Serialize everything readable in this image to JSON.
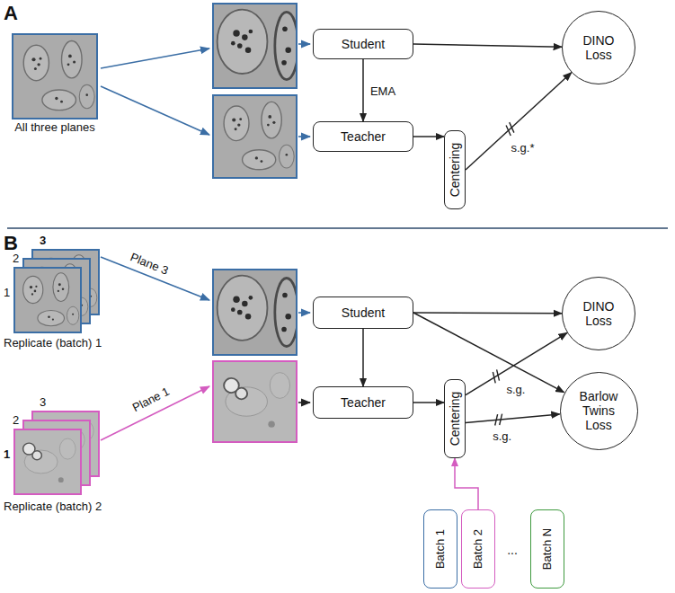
{
  "diagram": {
    "nodes": [
      {
        "text": [
          "Student"
        ]
      },
      {
        "text": [
          "Teacher"
        ]
      },
      {
        "text": [
          "Centering"
        ]
      },
      {
        "text": [
          "DINO Loss"
        ]
      },
      {
        "text": [
          "Student"
        ]
      },
      {
        "text": [
          "Teacher"
        ]
      },
      {
        "text": [
          "Centering"
        ]
      },
      {
        "text": [
          "DINO Loss"
        ]
      },
      {
        "text": [
          "Barlow Twins Loss"
        ]
      },
      {
        "text": [
          "Batch 1"
        ]
      },
      {
        "text": [
          "Batch 2"
        ]
      },
      {
        "text": [
          "Batch N"
        ]
      }
    ],
    "edges": [
      {
        "from": 0,
        "to": 3,
        "arrow": "to"
      },
      {
        "from": 0,
        "to": 1,
        "arrow": "to",
        "label": "EMA"
      },
      {
        "from": 1,
        "to": 2,
        "arrow": "to"
      },
      {
        "from": 2,
        "to": 3,
        "arrow": "to",
        "label": "s.g.*"
      },
      {
        "from": 4,
        "to": 7,
        "arrow": "to"
      },
      {
        "from": 4,
        "to": 8,
        "arrow": "to"
      },
      {
        "from": 4,
        "to": 5,
        "arrow": "to"
      },
      {
        "from": 5,
        "to": 6,
        "arrow": "to"
      },
      {
        "from": 6,
        "to": 7,
        "arrow": "to",
        "label": "s.g."
      },
      {
        "from": 6,
        "to": 8,
        "arrow": "to",
        "label": "s.g."
      },
      {
        "from": 10,
        "to": 6,
        "arrow": "to"
      }
    ],
    "labels": [
      "A",
      "All three planes",
      "B",
      "3",
      "2",
      "1",
      "Replicate (batch) 1",
      "Plane 3",
      "3",
      "2",
      "1",
      "Replicate (batch) 2",
      "Plane 1",
      "..."
    ]
  }
}
